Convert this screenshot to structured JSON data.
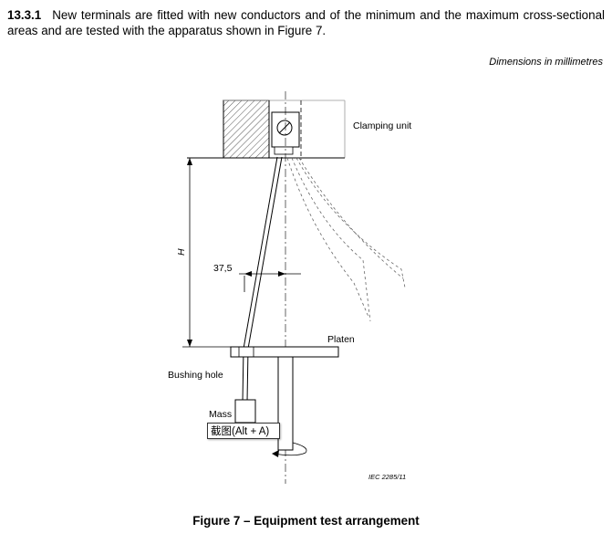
{
  "paragraph": {
    "number": "13.3.1",
    "text": "New terminals are fitted with new conductors and of the minimum and the maximum cross-sectional areas and are tested with the apparatus shown in Figure 7."
  },
  "dimensions_note": "Dimensions in millimetres",
  "figure": {
    "labels": {
      "clamping_unit": "Clamping unit",
      "h": "H",
      "dimension": "37,5",
      "platen": "Platen",
      "bushing_hole": "Bushing hole",
      "mass": "Mass"
    },
    "iec_ref": "IEC 2285/11",
    "caption": "Figure 7 – Equipment test arrangement"
  },
  "tooltip": {
    "text": "截图(Alt + A)"
  }
}
